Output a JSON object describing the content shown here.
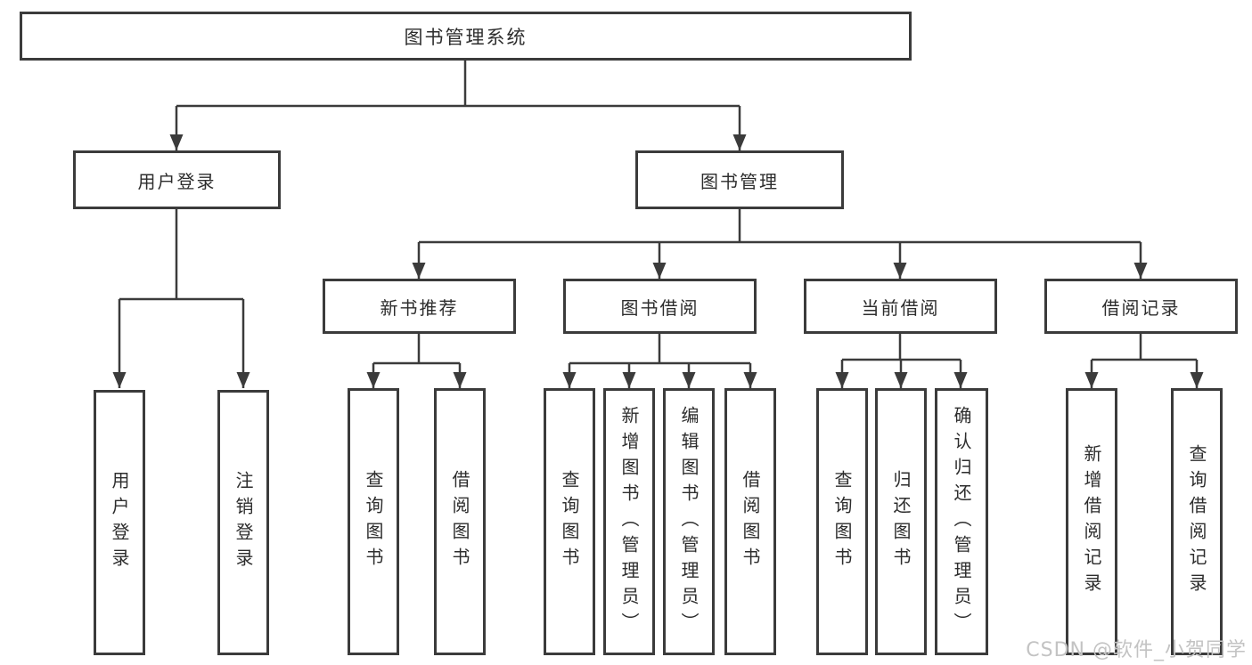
{
  "diagram": {
    "title": "图书管理系统",
    "root": {
      "label": "图书管理系统"
    },
    "level2": [
      {
        "label": "用户登录"
      },
      {
        "label": "图书管理"
      }
    ],
    "level3": [
      {
        "label": "新书推荐"
      },
      {
        "label": "图书借阅"
      },
      {
        "label": "当前借阅"
      },
      {
        "label": "借阅记录"
      }
    ],
    "leaves": {
      "user_login": [
        "用户登录",
        "注销登录"
      ],
      "new_book_recommend": [
        "查询图书",
        "借阅图书"
      ],
      "book_borrow": [
        "查询图书",
        "新增图书（管理员）",
        "编辑图书（管理员）",
        "借阅图书"
      ],
      "current_borrow": [
        "查询图书",
        "归还图书",
        "确认归还（管理员）"
      ],
      "borrow_records": [
        "新增借阅记录",
        "查询借阅记录"
      ]
    },
    "colors": {
      "line": "#3b3b3b",
      "text": "#2d2d2d",
      "background": "#ffffff",
      "watermark": "#c3c3c3"
    }
  },
  "watermark": {
    "text": "CSDN @软件_小贺同学"
  }
}
